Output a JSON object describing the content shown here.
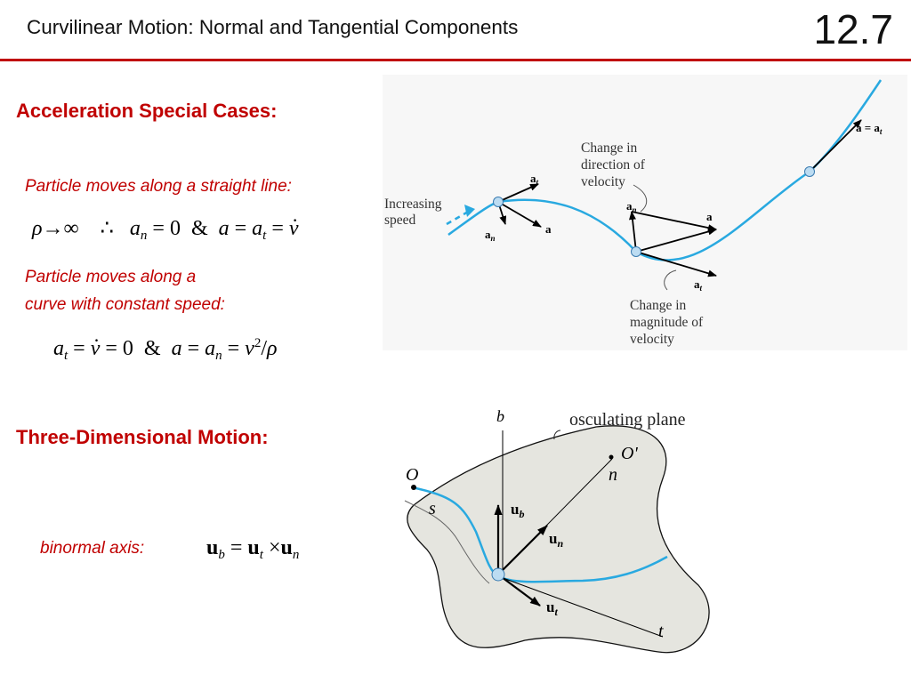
{
  "header": {
    "title": "Curvilinear Motion:  Normal and Tangential Components",
    "number": "12.7"
  },
  "section1": {
    "heading": "Acceleration Special Cases:",
    "case1_label": "Particle moves along a straight line:",
    "case2_label_line1": "Particle moves along a",
    "case2_label_line2": "curve with constant speed:"
  },
  "section2": {
    "heading": "Three-Dimensional Motion:",
    "binormal_label": "binormal axis:"
  },
  "fig1": {
    "increasing_speed": [
      "Increasing",
      "speed"
    ],
    "change_direction": [
      "Change in",
      "direction of",
      "velocity"
    ],
    "change_magnitude": [
      "Change in",
      "magnitude of",
      "velocity"
    ],
    "label_a": "a",
    "label_at": "a",
    "label_an": "a",
    "sub_t": "t",
    "sub_n": "n",
    "a_eq_at": "a = a"
  },
  "fig2": {
    "osculating_plane": "osculating plane",
    "b": "b",
    "O": "O",
    "O_prime": "O'",
    "n": "n",
    "s": "s",
    "t": "t",
    "ub": "u",
    "un": "u",
    "ut": "u"
  },
  "colors": {
    "accent": "#c00000",
    "curve": "#29a9e0",
    "plane": "#e5e5df"
  }
}
